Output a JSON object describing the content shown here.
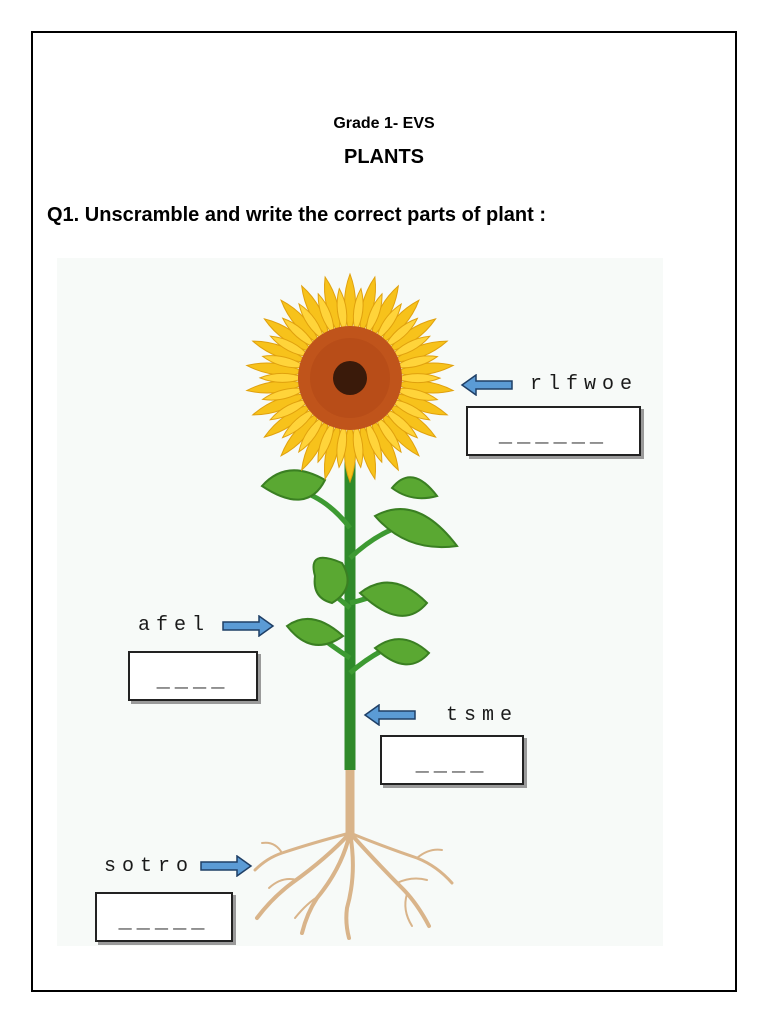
{
  "header": {
    "grade": "Grade 1- EVS",
    "subject": "PLANTS"
  },
  "question": {
    "text": "Q1. Unscramble and write the correct parts of plant :"
  },
  "labels": {
    "flower": {
      "scrambled": "rlfwoe",
      "blanks": "______"
    },
    "leaf": {
      "scrambled": "afel",
      "blanks": "____"
    },
    "stem": {
      "scrambled": "tsme",
      "blanks": "____"
    },
    "roots": {
      "scrambled": "sotro",
      "blanks": "_____"
    }
  },
  "colors": {
    "arrow": "#5b9bd5",
    "petal": "#f7c21b",
    "flower_center": "#c0541b",
    "leaf": "#5aa832",
    "stem": "#2f8a2a",
    "root": "#d9b48a"
  }
}
